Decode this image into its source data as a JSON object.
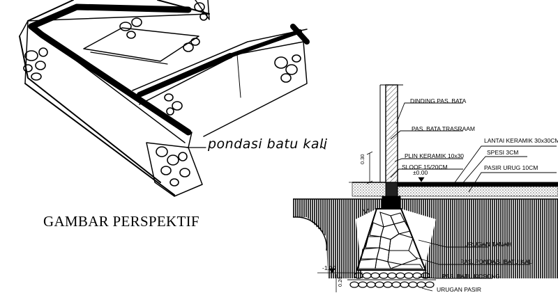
{
  "perspective": {
    "label": "pondasi batu kali",
    "title": "GAMBAR PERSPEKTIF"
  },
  "section": {
    "labels": [
      "DINDING PAS. BATA",
      "PAS. BATA TRASRAAM",
      "LANTAI KERAMIK 30x30CM",
      "SPESI 3CM",
      "PLIN KERAMIK 10x30",
      "PASIR URUG 10CM",
      "SLOOF 15/20CM",
      "URUGAN TANAH",
      "PAS. PONDASI BATU KALI",
      "PAS. BATU KOSONG",
      "URUGAN PASIR"
    ],
    "levels": {
      "floor": "±0.00",
      "bottom": "-1.00"
    },
    "dimensions": {
      "wall_height": "0.30",
      "base": "0.20"
    }
  }
}
